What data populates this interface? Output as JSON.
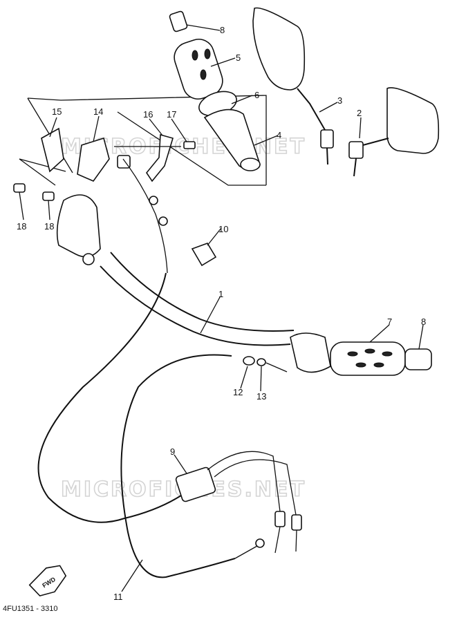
{
  "watermarks": [
    "MICROFICHES.NET",
    "MICROFICHES.NET"
  ],
  "labels": {
    "p1": "1",
    "p2": "2",
    "p3": "3",
    "p4": "4",
    "p5": "5",
    "p6": "6",
    "p7": "7",
    "p8a": "8",
    "p8b": "8",
    "p9": "9",
    "p10": "10",
    "p11": "11",
    "p12": "12",
    "p13": "13",
    "p14": "14",
    "p15": "15",
    "p16": "16",
    "p17": "17",
    "p18a": "18",
    "p18b": "18"
  },
  "fwd_arrow_label": "FWD",
  "diagram_code": "4FU1351 - 3310"
}
